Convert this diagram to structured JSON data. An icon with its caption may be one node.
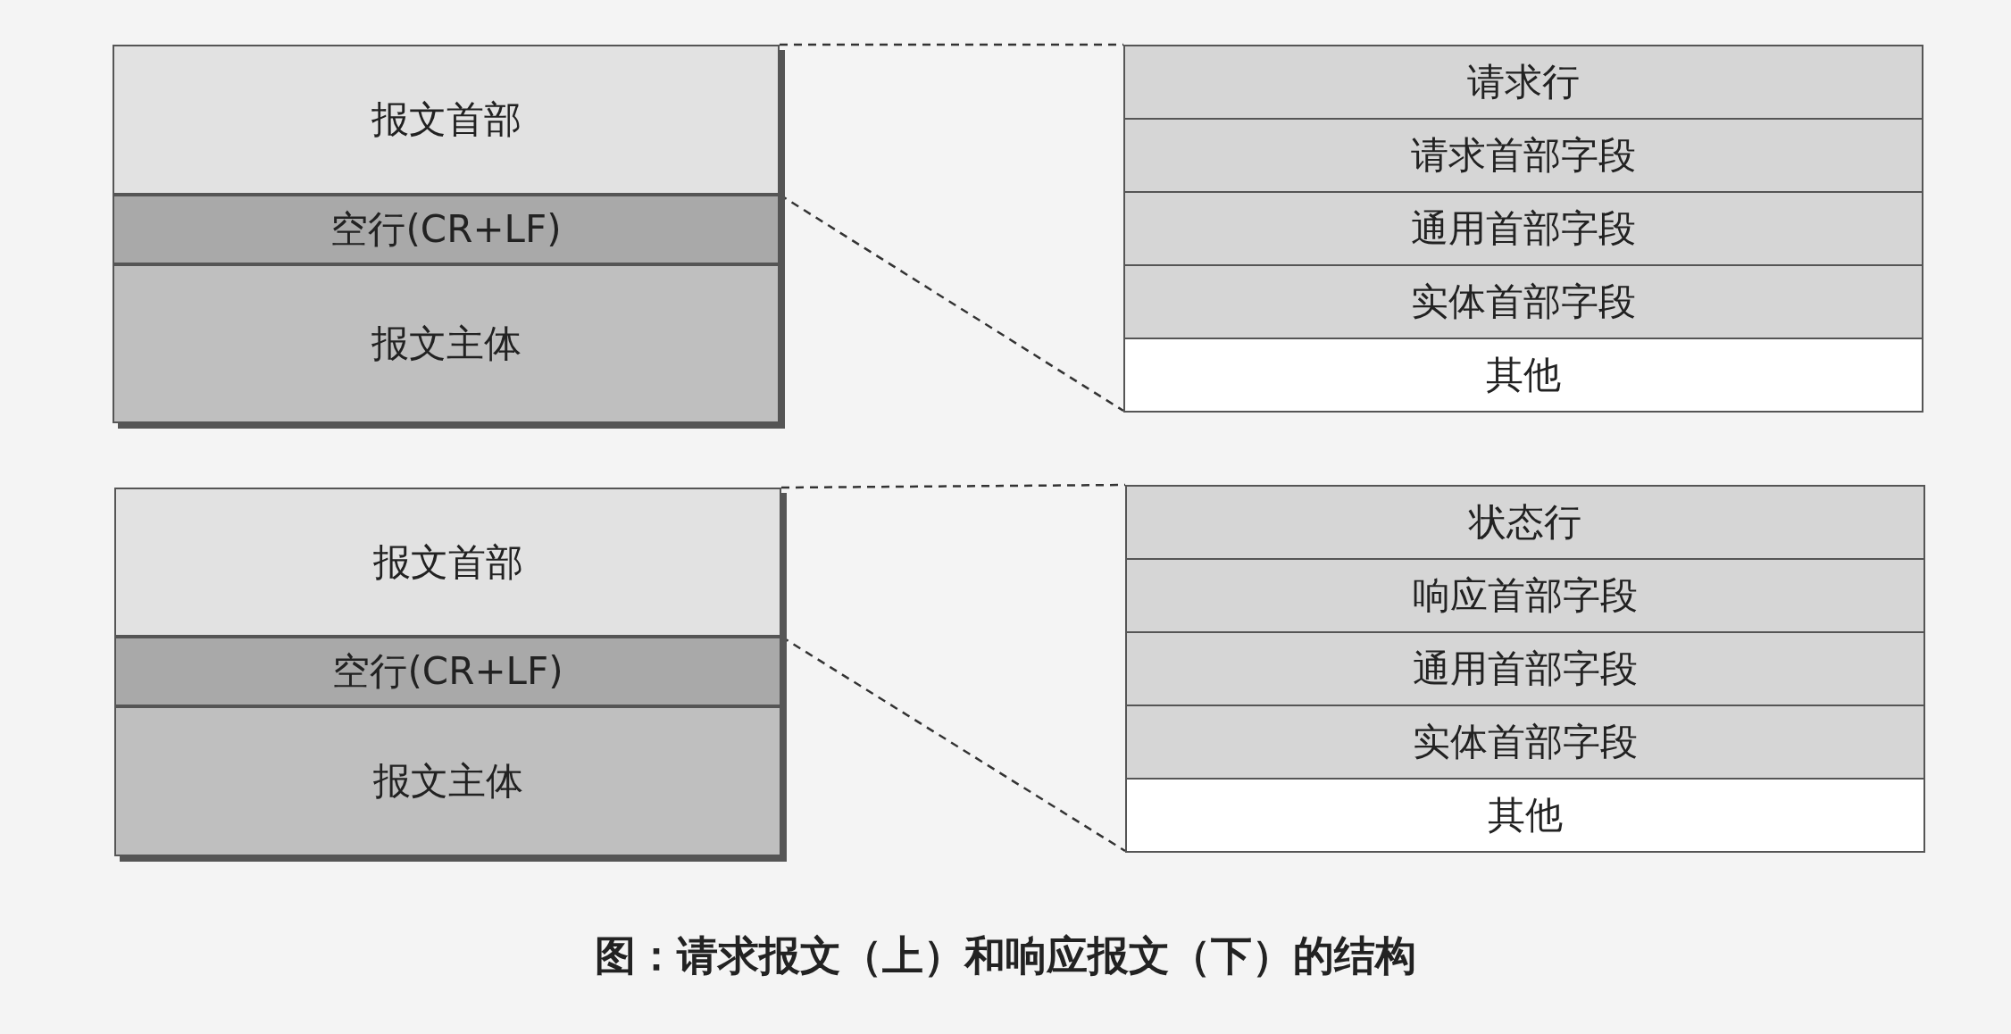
{
  "diagram": {
    "caption": "图：请求报文（上）和响应报文（下）的结构",
    "nodes": [
      {
        "text": [
          "报文首部"
        ]
      },
      {
        "text": [
          "空行(CR+LF)"
        ]
      },
      {
        "text": [
          "报文主体"
        ]
      },
      {
        "text": [],
        "shape": "box"
      },
      {
        "text": [
          "请求行"
        ],
        "in": 3
      },
      {
        "text": [
          "请求首部字段"
        ],
        "in": 3
      },
      {
        "text": [
          "通用首部字段"
        ],
        "in": 3
      },
      {
        "text": [
          "实体首部字段"
        ],
        "in": 3
      },
      {
        "text": [
          "其他"
        ],
        "in": 3
      },
      {
        "text": [
          "报文首部"
        ]
      },
      {
        "text": [
          "空行(CR+LF)"
        ]
      },
      {
        "text": [
          "报文主体"
        ]
      },
      {
        "text": [],
        "shape": "box"
      },
      {
        "text": [
          "状态行"
        ],
        "in": 12
      },
      {
        "text": [
          "响应首部字段"
        ],
        "in": 12
      },
      {
        "text": [
          "通用首部字段"
        ],
        "in": 12
      },
      {
        "text": [
          "实体首部字段"
        ],
        "in": 12
      },
      {
        "text": [
          "其他"
        ],
        "in": 12
      }
    ],
    "edges": [
      {
        "from": 0,
        "to": 3,
        "arrow": "none",
        "style": "dashed"
      },
      {
        "from": 0,
        "to": 3,
        "arrow": "none",
        "style": "dashed"
      },
      {
        "from": 9,
        "to": 12,
        "arrow": "none",
        "style": "dashed"
      },
      {
        "from": 9,
        "to": 12,
        "arrow": "none",
        "style": "dashed"
      }
    ]
  }
}
